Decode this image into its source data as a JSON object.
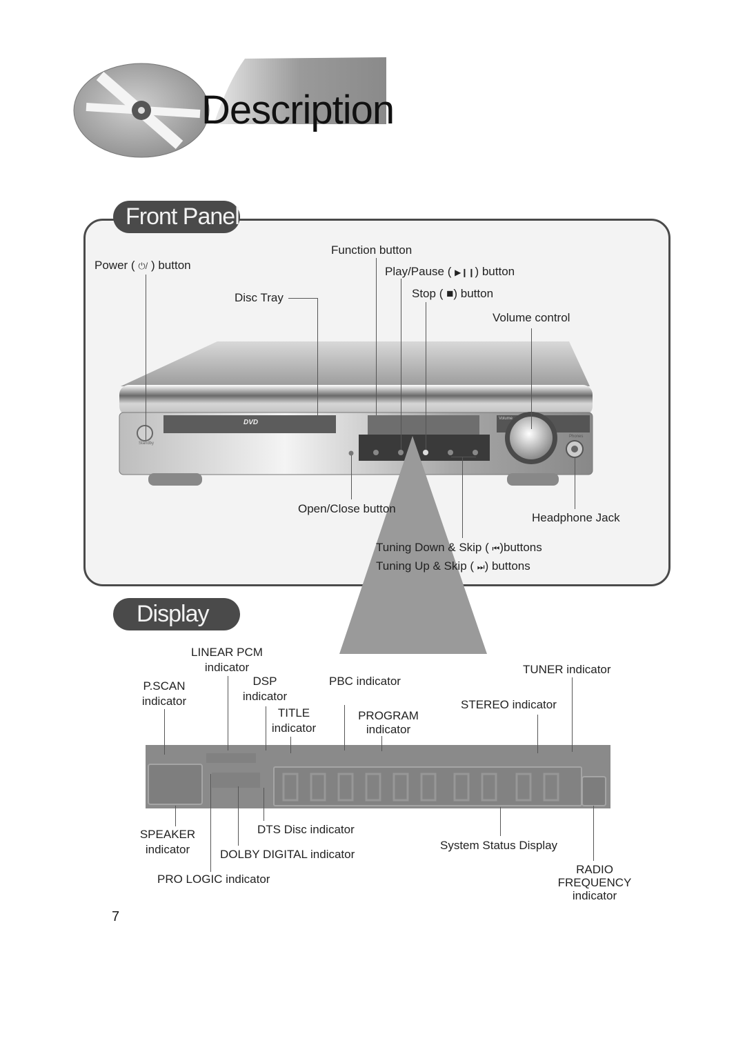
{
  "header": {
    "title": "Description"
  },
  "front_panel": {
    "heading": "Front Panel",
    "labels": {
      "power_pre": "Power (",
      "power_post": ") button",
      "function": "Function button",
      "play_pause_pre": "Play/Pause (",
      "play_pause_post": ") button",
      "disc_tray": "Disc Tray",
      "stop_pre": "Stop (",
      "stop_post": ") button",
      "volume": "Volume control",
      "open_close": "Open/Close button",
      "headphone": "Headphone Jack",
      "tuning_down_pre": "Tuning Down & Skip (",
      "tuning_down_post": ")buttons",
      "tuning_up_pre": "Tuning Up & Skip (",
      "tuning_up_post": ") buttons"
    },
    "device_marks": {
      "dvd_logo": "DVD",
      "standby": "Standby",
      "volume": "Volume",
      "phones": "Phones"
    }
  },
  "display": {
    "heading": "Display",
    "labels": {
      "linear_pcm": "LINEAR PCM",
      "linear_pcm_sub": "indicator",
      "dsp": "DSP",
      "dsp_sub": "indicator",
      "pbc": "PBC indicator",
      "tuner": "TUNER indicator",
      "pscan": "P.SCAN",
      "pscan_sub": "indicator",
      "title_ind": "TITLE",
      "title_sub": "indicator",
      "program": "PROGRAM",
      "program_sub": "indicator",
      "stereo": "STEREO indicator",
      "speaker": "SPEAKER",
      "speaker_sub": "indicator",
      "dts": "DTS Disc indicator",
      "dolby": "DOLBY DIGITAL indicator",
      "system_status": "System Status Display",
      "pro_logic": "PRO LOGIC indicator",
      "radio1": "RADIO",
      "radio2": "FREQUENCY",
      "radio3": "indicator"
    }
  },
  "footer": {
    "page_number": "7"
  },
  "icons": [
    "disc-reel-icon",
    "power-icon",
    "play-pause-icon",
    "stop-icon",
    "skip-back-icon",
    "skip-forward-icon"
  ],
  "colors": {
    "pill_bg": "#4a4a4a",
    "panel_bg": "#f3f3f3",
    "display_bg": "#8a8a8a"
  }
}
